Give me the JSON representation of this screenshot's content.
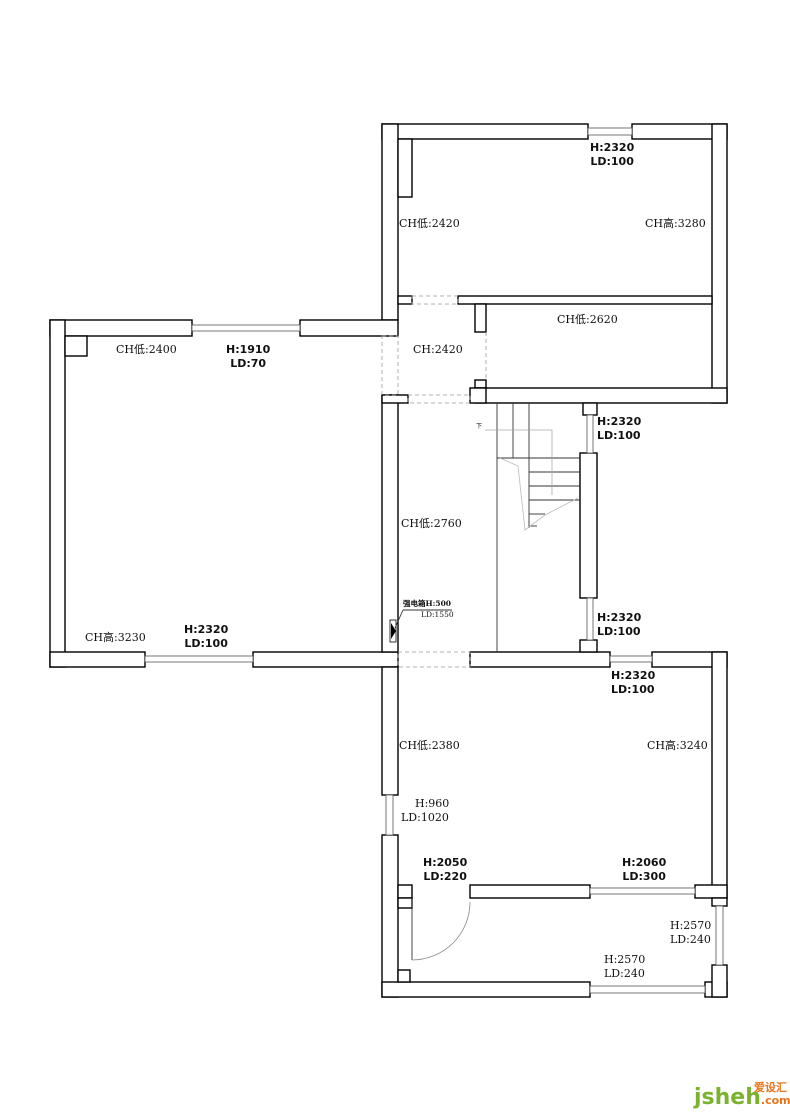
{
  "rooms": {
    "top": {
      "ch_low": "CH低:2420",
      "ch_high": "CH高:3280",
      "window": [
        "H:2320",
        "LD:100"
      ]
    },
    "top_small": {
      "ch_low": "CH低:2620"
    },
    "entry": {
      "ch": "CH:2420"
    },
    "left": {
      "ch_low": "CH低:2400",
      "ch_high": "CH高:3230",
      "window_top": [
        "H:1910",
        "LD:70"
      ],
      "window_bottom": [
        "H:2320",
        "LD:100"
      ]
    },
    "corridor": {
      "ch_low": "CH低:2760",
      "panel": [
        "强电箱H:500",
        "LD:1550"
      ],
      "stair_mark": "下"
    },
    "stair": {
      "window_upper": [
        "H:2320",
        "LD:100"
      ],
      "window_lower": [
        "H:2320",
        "LD:100"
      ]
    },
    "bottom": {
      "ch_low": "CH低:2380",
      "ch_high": "CH高:3240",
      "window_top": [
        "H:2320",
        "LD:100"
      ],
      "window_side": [
        "H:960",
        "LD:1020"
      ],
      "door": [
        "H:2050",
        "LD:220"
      ],
      "window_bottom": [
        "H:2060",
        "LD:300"
      ]
    },
    "balcony": {
      "window_right": [
        "H:2570",
        "LD:240"
      ],
      "window_bottom": [
        "H:2570",
        "LD:240"
      ]
    }
  },
  "watermark": {
    "brand": "jsheh",
    "suffix": ".com",
    "cn": "爱设汇"
  }
}
